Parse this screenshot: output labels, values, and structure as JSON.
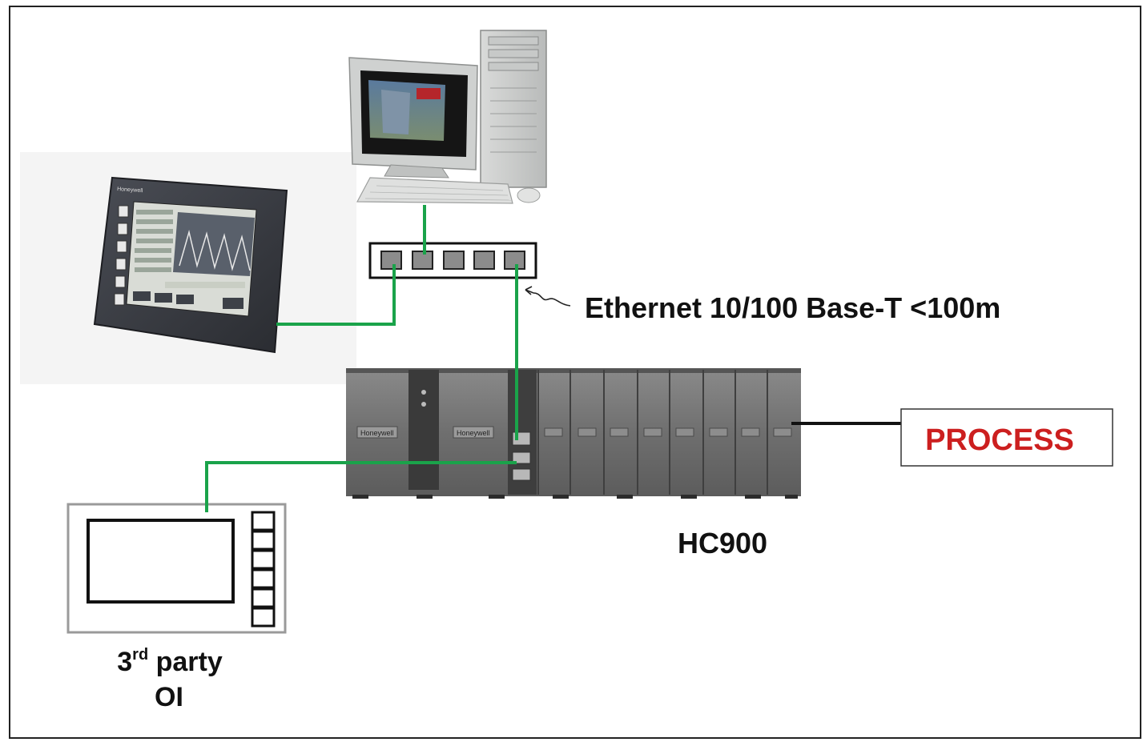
{
  "labels": {
    "ethernet": "Ethernet 10/100 Base-T <100m",
    "process": "PROCESS",
    "controller": "HC900",
    "oi_line1_num": "3",
    "oi_line1_sup": "rd",
    "oi_line1_rest": " party",
    "oi_line2": "OI"
  },
  "brand_labels": {
    "hmi_brand": "Honeywell",
    "module_a": "Honeywell",
    "module_b": "Honeywell"
  },
  "colors": {
    "cable": "#1aa34a",
    "process_text": "#cc1f1f",
    "border": "#222222"
  },
  "icons": {
    "hmi_panel": "touchscreen-hmi-icon",
    "workstation": "desktop-pc-icon",
    "switch": "ethernet-switch-icon",
    "controller": "hc900-rack-icon",
    "third_party_oi": "operator-interface-icon"
  }
}
